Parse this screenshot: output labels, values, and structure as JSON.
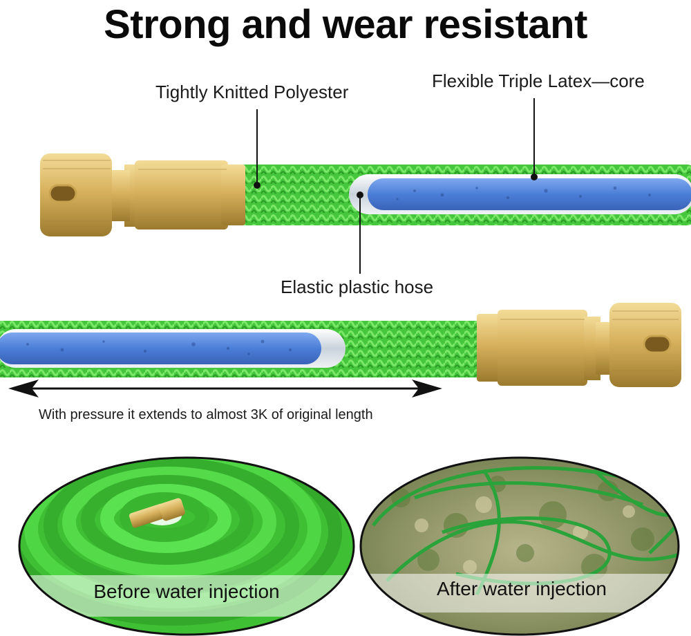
{
  "title": "Strong and wear resistant",
  "labels": {
    "polyester": "Tightly Knitted Polyester",
    "latex_core": "Flexible Triple Latex—core",
    "plastic_hose": "Elastic plastic hose",
    "extension": "With pressure it extends to almost 3K of original length"
  },
  "captions": {
    "before": "Before water injection",
    "after": "After water injection"
  },
  "colors": {
    "hose_green": "#3fcf3a",
    "core_blue": "#4d7fd6",
    "brass": "#c9a24a"
  }
}
